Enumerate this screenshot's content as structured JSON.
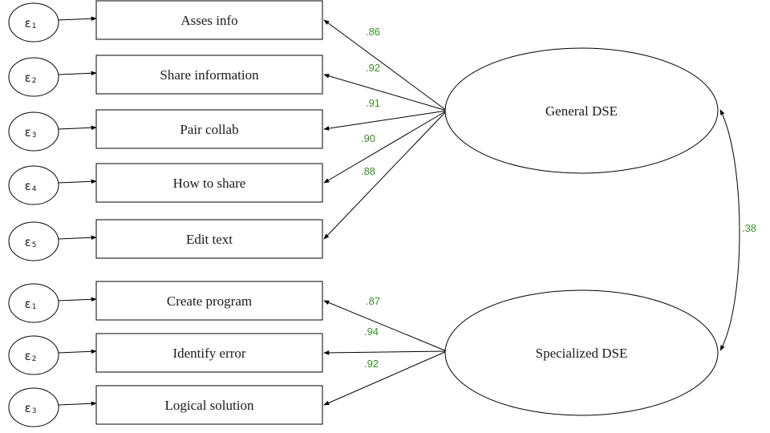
{
  "factors": [
    {
      "id": "general",
      "label": "General DSE"
    },
    {
      "id": "specialized",
      "label": "Specialized DSE"
    }
  ],
  "indicators": [
    {
      "label": "Asses info",
      "error_symbol": "ε",
      "error_index": "1",
      "loading": ".86",
      "factor": "general"
    },
    {
      "label": "Share information",
      "error_symbol": "ε",
      "error_index": "2",
      "loading": ".92",
      "factor": "general"
    },
    {
      "label": "Pair collab",
      "error_symbol": "ε",
      "error_index": "3",
      "loading": ".91",
      "factor": "general"
    },
    {
      "label": "How to share",
      "error_symbol": "ε",
      "error_index": "4",
      "loading": ".90",
      "factor": "general"
    },
    {
      "label": "Edit text",
      "error_symbol": "ε",
      "error_index": "5",
      "loading": ".88",
      "factor": "general"
    },
    {
      "label": "Create program",
      "error_symbol": "ε",
      "error_index": "1",
      "loading": ".87",
      "factor": "specialized"
    },
    {
      "label": "Identify error",
      "error_symbol": "ε",
      "error_index": "2",
      "loading": ".94",
      "factor": "specialized"
    },
    {
      "label": "Logical solution",
      "error_symbol": "ε",
      "error_index": "3",
      "loading": ".92",
      "factor": "specialized"
    }
  ],
  "correlation": ".38",
  "colors": {
    "coefficient": "#3d8b2f",
    "stroke": "#000000",
    "text": "#1a1a1a"
  }
}
